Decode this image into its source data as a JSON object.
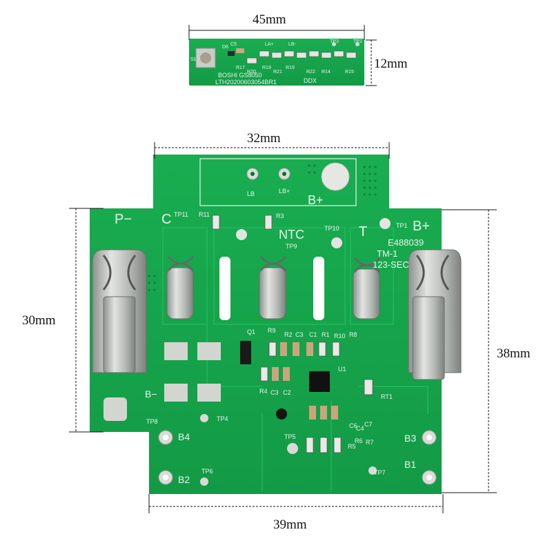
{
  "dimensions": {
    "small_board_width": "45mm",
    "small_board_height": "12mm",
    "main_board_top_width": "32mm",
    "main_board_left_height": "30mm",
    "main_board_right_height": "38mm",
    "main_board_bottom_width": "39mm"
  },
  "small_board": {
    "labels": {
      "s1": "S1",
      "d6": "D6",
      "c5": "C5",
      "la": "LA+",
      "lb": "LB-",
      "tp3": "TP3",
      "tp2": "TP2",
      "r17": "R17",
      "r20": "R20",
      "r18": "R18",
      "r19": "R19",
      "r21": "R21",
      "r22": "R22",
      "r14": "R14",
      "r15": "R15",
      "brand": "BOSHI  GS8050",
      "code": "LTH20200603054BR1",
      "ddx": "DDX"
    }
  },
  "main_board": {
    "labels": {
      "p_minus": "P−",
      "c": "C",
      "tp11": "TP11",
      "r11": "R11",
      "r3": "R3",
      "ntc": "NTC",
      "tp10": "TP10",
      "tp9": "TP9",
      "t": "T",
      "tp1": "TP1",
      "b_plus": "B+",
      "lb": "LB",
      "lb_plus": "LB+",
      "b_plus_top": "B+",
      "cert": "E488039",
      "tm": "TM-1",
      "date": "123-SEC",
      "q1": "Q1",
      "r9": "R9",
      "r2": "R2",
      "c3_top": "C3",
      "c1": "C1",
      "r1": "R1",
      "r10": "R10",
      "r8": "R8",
      "u1": "U1",
      "r4": "R4",
      "c3": "C3",
      "c2": "C2",
      "b_minus": "B−",
      "tp8": "TP8",
      "tp4": "TP4",
      "b4": "B4",
      "rt1": "RT1",
      "c6": "C6",
      "c4": "C4",
      "c7": "C7",
      "tp5": "TP5",
      "r6": "R6",
      "r5": "R5",
      "r7": "R7",
      "b3": "B3",
      "b1": "B1",
      "tp7": "TP7",
      "b2": "B2",
      "tp6": "TP6"
    }
  },
  "colors": {
    "pcb_green": "#17a84c",
    "pcb_dark": "#0f8a3c",
    "trace": "#1fb858",
    "silkscreen": "#e8f6ec",
    "pad_silver": "#d7d9d4",
    "terminal_silver": "#bfc3c0",
    "dimension_line": "#111111"
  }
}
